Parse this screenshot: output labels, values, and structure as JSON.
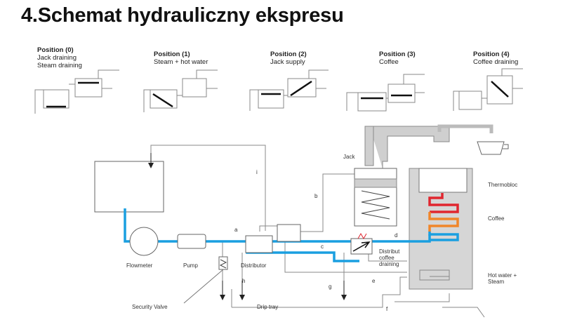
{
  "title": "4.Schemat hydrauliczny ekspresu",
  "positions": [
    {
      "head": "Position (0)",
      "line1": "Jack draining",
      "line2": "Steam draining"
    },
    {
      "head": "Position (1)",
      "line1": "Steam + hot water",
      "line2": ""
    },
    {
      "head": "Position (2)",
      "line1": "Jack supply",
      "line2": ""
    },
    {
      "head": "Position (3)",
      "line1": "Coffee",
      "line2": ""
    },
    {
      "head": "Position (4)",
      "line1": "Coffee draining",
      "line2": ""
    }
  ],
  "labels": {
    "jack": "Jack",
    "thermobloc": "Thermobloc",
    "coffee": "Coffee",
    "hot_water_1": "Hot water +",
    "hot_water_2": "Steam",
    "flowmeter": "Flowmeter",
    "pump": "Pump",
    "distributor": "Distributor",
    "distrib_1": "Distribut",
    "distrib_2": "coffee",
    "distrib_3": "draining",
    "security_valve": "Security Valve",
    "drip_tray": "Drip tray",
    "a": "a",
    "b": "b",
    "c": "c",
    "d": "d",
    "e": "e",
    "f": "f",
    "g": "g",
    "h": "h",
    "i": "i"
  },
  "colors": {
    "water": "#1a9fe0",
    "hot": "#e0262f",
    "warm": "#f0862a",
    "line": "#777777"
  }
}
